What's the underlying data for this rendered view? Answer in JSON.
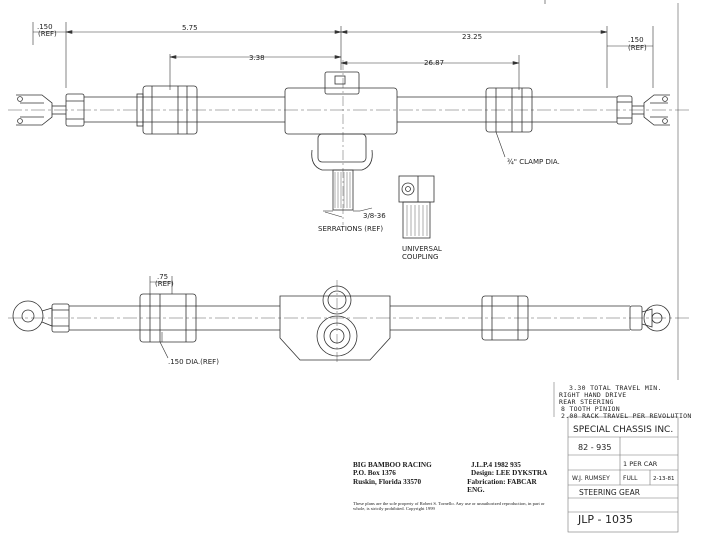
{
  "dimensions": {
    "d150_ref_left": ".150",
    "ref_left": "(REF)",
    "d575": "5.75",
    "d2325": "23.25",
    "d150_ref_right": ".150",
    "ref_right": "(REF)",
    "d338": "3.38",
    "d2687": "26.87",
    "clamp_dia": "¾\" CLAMP DIA.",
    "thread": "3/8-36",
    "serrations": "SERRATIONS (REF)",
    "d75": ".75",
    "d75_ref": "(REF)",
    "d150_dia": ".150 DIA.(REF)"
  },
  "labels": {
    "universal": "UNIVERSAL",
    "coupling": "COUPLING"
  },
  "specs": [
    "3.30 TOTAL TRAVEL MIN.",
    "RIGHT HAND DRIVE",
    "REAR STEERING",
    "8 TOOTH PINION",
    "2.00 RACK TRAVEL PER REVOLUTION"
  ],
  "company": {
    "name": "BIG BAMBOO RACING",
    "box": "P.O. Box 1376",
    "city": "Ruskin, Florida 33570",
    "drawing": "J.L.P.4  1982  935",
    "design": "Design: LEE DYKSTRA",
    "fabrication": "Fabrication: FABCAR ENG.",
    "copyright": "These plans are the sole property of Robert S. Tornello.  Any use or unauthorized reproduction, in part or whole, is strictly prohibited.   Copyright 1999"
  },
  "title_block": {
    "header": "SPECIAL CHASSIS INC.",
    "part_no": "82 - 935",
    "qty": "1 PER CAR",
    "drawn_by": "W.J. RUMSEY",
    "scale": "FULL",
    "date": "2-13-81",
    "title": "STEERING  GEAR",
    "dwg_no": "JLP - 1035"
  }
}
